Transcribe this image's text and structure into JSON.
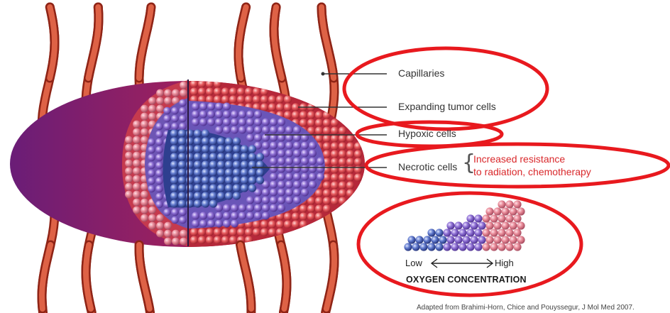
{
  "labels": {
    "capillaries": "Capillaries",
    "expanding": "Expanding tumor cells",
    "hypoxic": "Hypoxic cells",
    "necrotic": "Necrotic cells",
    "resistance_line1": "Increased resistance",
    "resistance_line2": "to radiation, chemotherapy"
  },
  "legend": {
    "low": "Low",
    "high": "High",
    "title": "OXYGEN CONCENTRATION"
  },
  "credit": "Adapted from Brahimi-Horn, Chice and Pouyssegur, J Mol Med 2007.",
  "colors": {
    "highlight": "#e8191e",
    "capillary": "#c9472e",
    "tumor_red": "#d93b48",
    "hypoxic_purple": "#7a5ec4",
    "necrotic_blue": "#3f5ab0"
  }
}
